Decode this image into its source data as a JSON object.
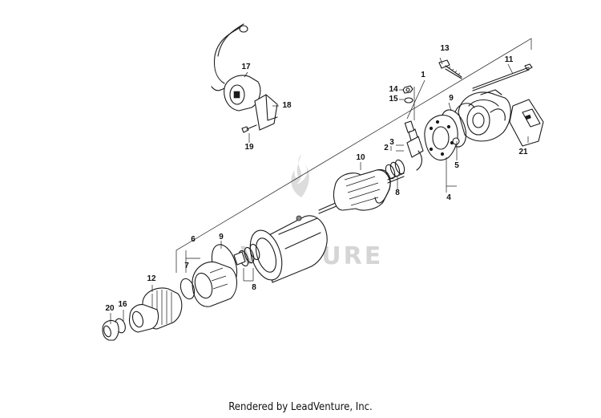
{
  "watermark": {
    "text": "VENTURE"
  },
  "footer": {
    "text": "Rendered by LeadVenture, Inc."
  },
  "callouts": [
    {
      "id": "c1",
      "label": "1"
    },
    {
      "id": "c2",
      "label": "2"
    },
    {
      "id": "c3",
      "label": "3"
    },
    {
      "id": "c4",
      "label": "4"
    },
    {
      "id": "c5",
      "label": "5"
    },
    {
      "id": "c6",
      "label": "6"
    },
    {
      "id": "c7",
      "label": "7"
    },
    {
      "id": "c8a",
      "label": "8"
    },
    {
      "id": "c8b",
      "label": "8"
    },
    {
      "id": "c9a",
      "label": "9"
    },
    {
      "id": "c9b",
      "label": "9"
    },
    {
      "id": "c10",
      "label": "10"
    },
    {
      "id": "c11",
      "label": "11"
    },
    {
      "id": "c12",
      "label": "12"
    },
    {
      "id": "c13",
      "label": "13"
    },
    {
      "id": "c14",
      "label": "14"
    },
    {
      "id": "c15",
      "label": "15"
    },
    {
      "id": "c16",
      "label": "16"
    },
    {
      "id": "c17",
      "label": "17"
    },
    {
      "id": "c18",
      "label": "18"
    },
    {
      "id": "c19",
      "label": "19"
    },
    {
      "id": "c20",
      "label": "20"
    },
    {
      "id": "c21",
      "label": "21"
    }
  ]
}
